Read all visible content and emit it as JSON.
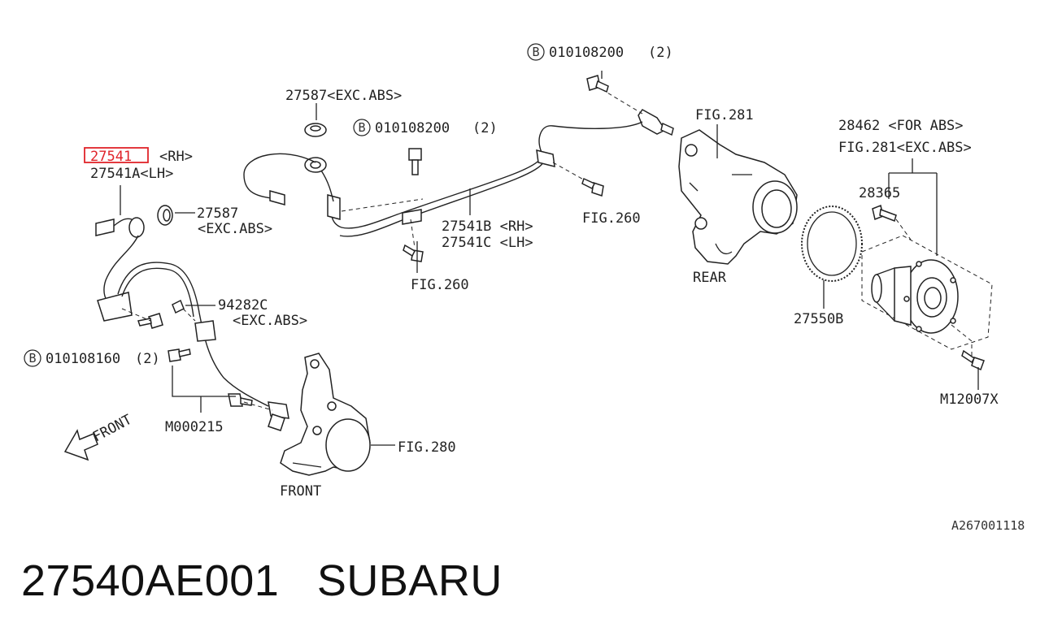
{
  "labels": {
    "p27541_rh": "27541",
    "rh": "<RH>",
    "p27541a_lh": "27541A<LH>",
    "p27587_top": "27587<EXC.ABS>",
    "p27587_mid": "27587",
    "exc_abs_mid": "<EXC.ABS>",
    "bolt_top_num": "010108200",
    "bolt_top_qty": "(2)",
    "bolt_mid_num": "010108200",
    "bolt_mid_qty": "(2)",
    "bolt_left_num": "010108160",
    "bolt_left_qty": "(2)",
    "b_marker": "B",
    "p27541b": "27541B <RH>",
    "p27541c": "27541C <LH>",
    "fig260_a": "FIG.260",
    "fig260_b": "FIG.260",
    "fig281_a": "FIG.281",
    "p28462": "28462 <FOR ABS>",
    "fig281_b": "FIG.281<EXC.ABS>",
    "p28365": "28365",
    "rear": "REAR",
    "p27550b": "27550B",
    "m12007x": "M12007X",
    "p94282c": "94282C",
    "exc_abs_low": "<EXC.ABS>",
    "m000215": "M000215",
    "fig280": "FIG.280",
    "front_label": "FRONT",
    "front_arrow": "FRONT",
    "drawing_id": "A267001118"
  },
  "footer": {
    "part_number": "27540AE001",
    "brand": "SUBARU"
  },
  "colors": {
    "highlight": "#e0242a",
    "ink": "#222222"
  }
}
